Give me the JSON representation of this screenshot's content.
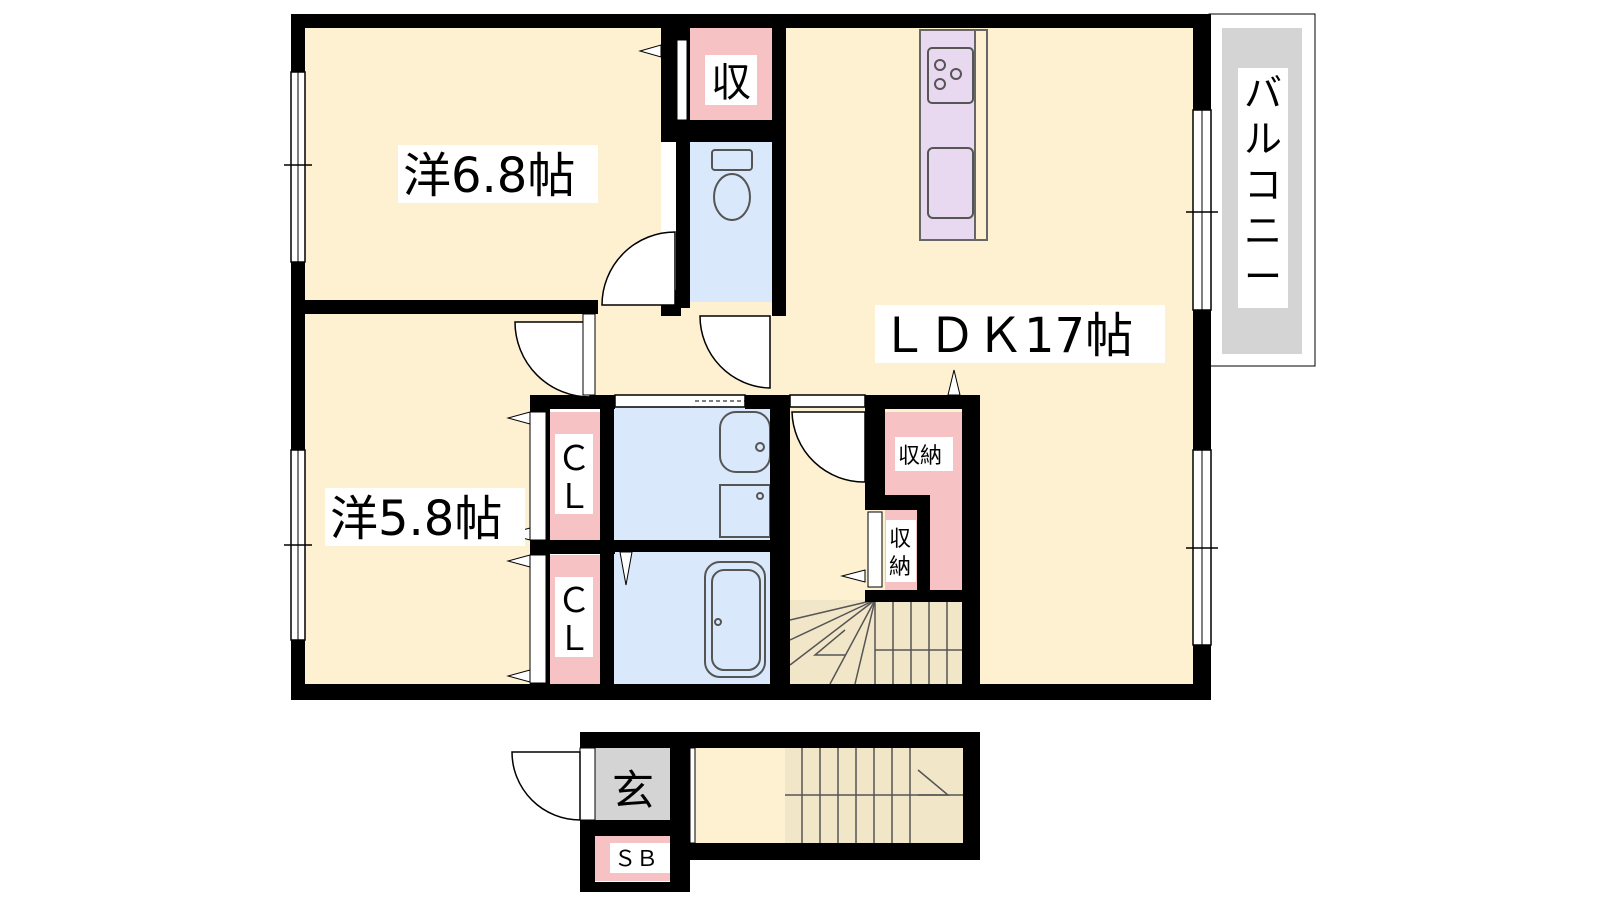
{
  "floorplan": {
    "rooms": {
      "western_1": "洋6.8帖",
      "western_2": "洋5.8帖",
      "ldk": "ＬＤＫ17帖"
    },
    "storage": {
      "top_closet": "収",
      "closet_upper_l1": "Ｃ",
      "closet_upper_l2": "Ｌ",
      "closet_lower_l1": "Ｃ",
      "closet_lower_l2": "Ｌ",
      "storage_large": "収納",
      "storage_small_l1": "収",
      "storage_small_l2": "納",
      "shoe_box": "ＳＢ"
    },
    "entrance": "玄",
    "balcony_chars": [
      "バ",
      "ル",
      "コ",
      "ニ",
      "ー"
    ]
  },
  "colors": {
    "room_floor": "#fdf1d2",
    "wet_area": "#d9e9fb",
    "storage_pink": "#f6c2c4",
    "kitchen_counter": "#e8d8f0",
    "balcony_gray": "#d4d4d4",
    "entrance_gray": "#d4d4d4",
    "stairs": "#f2e6c8",
    "wall": "#000000"
  }
}
